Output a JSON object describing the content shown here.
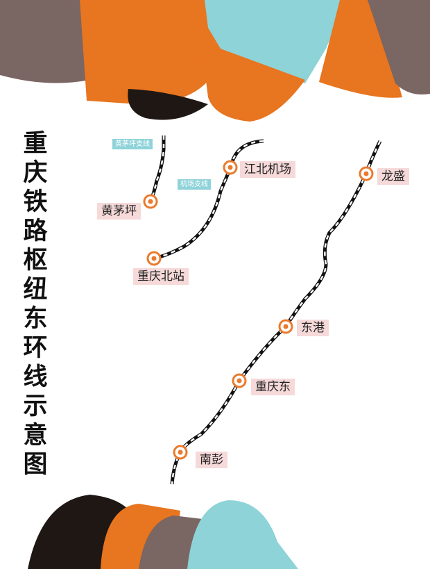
{
  "title": "重庆铁路枢纽东环线示意图",
  "stations": {
    "huangmaoping": "黄茅坪",
    "chongqing_north": "重庆北站",
    "jiangbei_airport": "江北机场",
    "longsheng": "龙盛",
    "donggang": "东港",
    "chongqing_east": "重庆东",
    "nanpeng": "南彭"
  },
  "branches": {
    "huangmaoping": "黄茅坪支线",
    "airport": "机场支线"
  },
  "colors": {
    "orange": "#e8751f",
    "cyan": "#8dd3d8",
    "brown": "#7a6663",
    "dark": "#1e1714",
    "label_bg": "#f6d9d9",
    "station": "#ea7a2d"
  }
}
